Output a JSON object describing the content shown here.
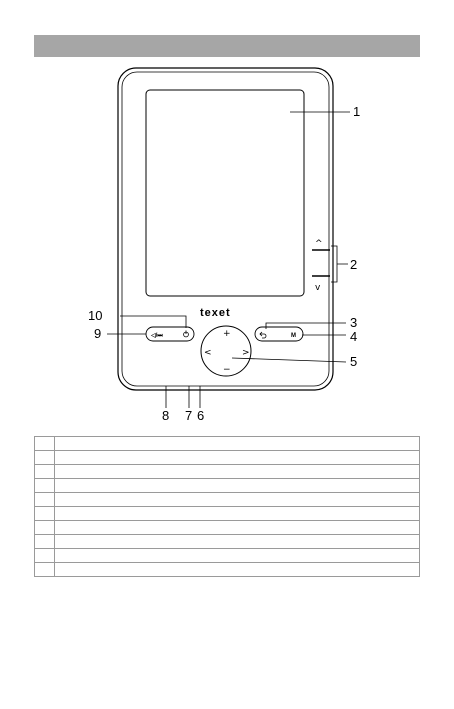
{
  "header": {
    "title": ""
  },
  "device": {
    "brand": "texet",
    "left_button_label": "◁/⏭",
    "power_icon": "power-icon",
    "back_icon": "back-arrow-icon",
    "menu_button_label": "M",
    "dpad": {
      "up": "+",
      "down": "−",
      "left": "<",
      "right": ">"
    },
    "side_up": "^",
    "side_down": "v"
  },
  "callouts": [
    "1",
    "2",
    "3",
    "4",
    "5",
    "6",
    "7",
    "8",
    "9",
    "10"
  ],
  "legend_table": {
    "rows": [
      {
        "num": "",
        "desc": ""
      },
      {
        "num": "",
        "desc": ""
      },
      {
        "num": "",
        "desc": ""
      },
      {
        "num": "",
        "desc": ""
      },
      {
        "num": "",
        "desc": ""
      },
      {
        "num": "",
        "desc": ""
      },
      {
        "num": "",
        "desc": ""
      },
      {
        "num": "",
        "desc": ""
      },
      {
        "num": "",
        "desc": ""
      },
      {
        "num": "",
        "desc": ""
      }
    ]
  }
}
